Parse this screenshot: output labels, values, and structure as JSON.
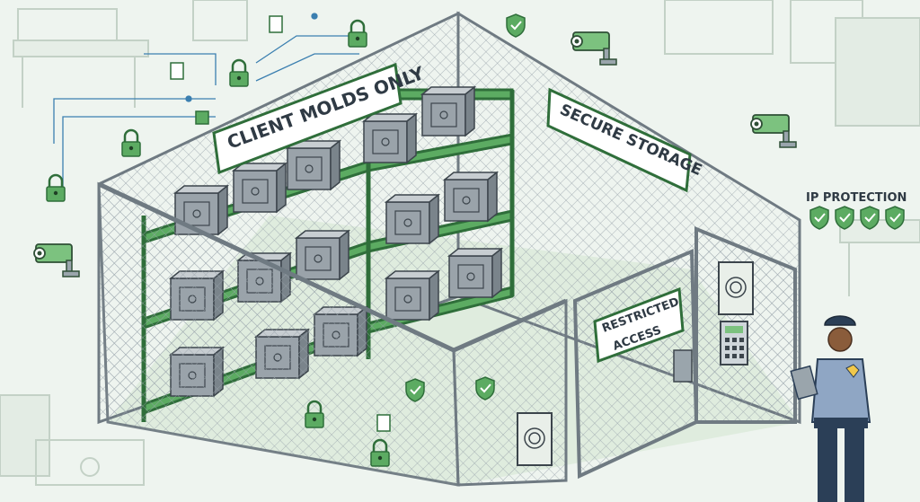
{
  "signs": {
    "client_molds": "CLIENT MOLDS ONLY",
    "secure_storage": "SECURE STORAGE",
    "restricted_line1": "RESTRICTED",
    "restricted_line2": "ACCESS"
  },
  "ip_protection": {
    "label": "IP PROTECTION",
    "badge_count": 4
  },
  "icons": [
    "padlock-icon",
    "shield-check-icon",
    "security-camera-icon",
    "fingerprint-scanner-icon",
    "keypad-icon",
    "document-icon",
    "chip-icon"
  ],
  "colors": {
    "background": "#eef4ef",
    "accent_green": "#5cab62",
    "dark_green": "#2f6e3a",
    "steel": "#7f8b93",
    "ink": "#2f3a44"
  }
}
